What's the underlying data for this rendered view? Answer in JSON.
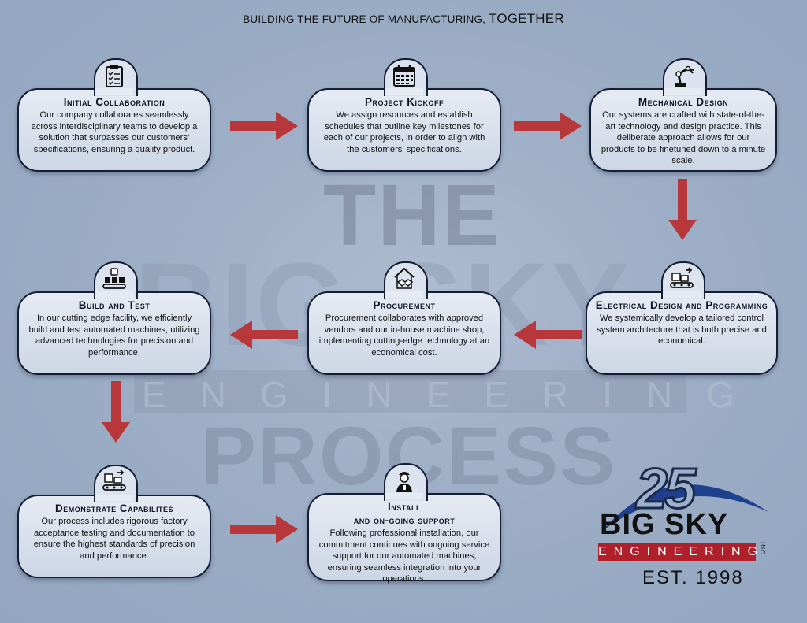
{
  "header": {
    "prefix": "BUILDING THE FUTURE OF MANUFACTURING, ",
    "emphasis": "TOGETHER"
  },
  "watermark": {
    "line1": "THE",
    "line2": "BIG SKY",
    "line3": "ENGINEERING",
    "line4": "PROCESS"
  },
  "steps": [
    {
      "title": "Initial Collaboration",
      "icon": "clipboard-checklist-icon",
      "desc": "Our company collaborates seamlessly across interdisciplinary teams to develop a solution that surpasses our customers’ specifications, ensuring a quality product."
    },
    {
      "title": "Project Kickoff",
      "icon": "calendar-icon",
      "desc": "We assign resources and establish schedules that outline key milestones for each of our projects, in order to align with the customers’ specifications."
    },
    {
      "title": "Mechanical Design",
      "icon": "robot-arm-icon",
      "desc": "Our systems are crafted with state-of-the-art technology and design practice. This deliberate approach allows for our products to be finetuned down to a minute scale."
    },
    {
      "title": "Electrical Design and Programming",
      "icon": "conveyor-boxes-icon",
      "desc": "We systemically develop a tailored control system architecture that is both precise and economical."
    },
    {
      "title": "Procurement",
      "icon": "handshake-house-icon",
      "desc": "Procurement collaborates with approved vendors and our in-house machine shop, implementing cutting-edge technology at an economical cost."
    },
    {
      "title": "Build and Test",
      "icon": "assembly-line-icon",
      "desc": "In our cutting edge facility, we efficiently build and test automated machines, utilizing advanced technologies for precision and performance."
    },
    {
      "title": "Demonstrate Capabilites",
      "icon": "conveyor-demo-icon",
      "desc": "Our process includes rigorous factory acceptance testing and documentation to ensure the highest standards of precision and performance."
    },
    {
      "title": "Install",
      "title2": "and on-going support",
      "icon": "technician-icon",
      "desc": "Following professional installation, our commitment continues with ongoing service support for our automated machines, ensuring seamless integration into your operations."
    }
  ],
  "logo": {
    "number": "25",
    "name": "BIG SKY",
    "sub": "ENGINEERING",
    "inc": "INC.",
    "est": "EST. 1998"
  },
  "colors": {
    "arrow": "#b8373a",
    "border": "#141e33",
    "background": "#9daec6",
    "logo_red": "#b0202a",
    "logo_blue": "#1f3f8f"
  }
}
